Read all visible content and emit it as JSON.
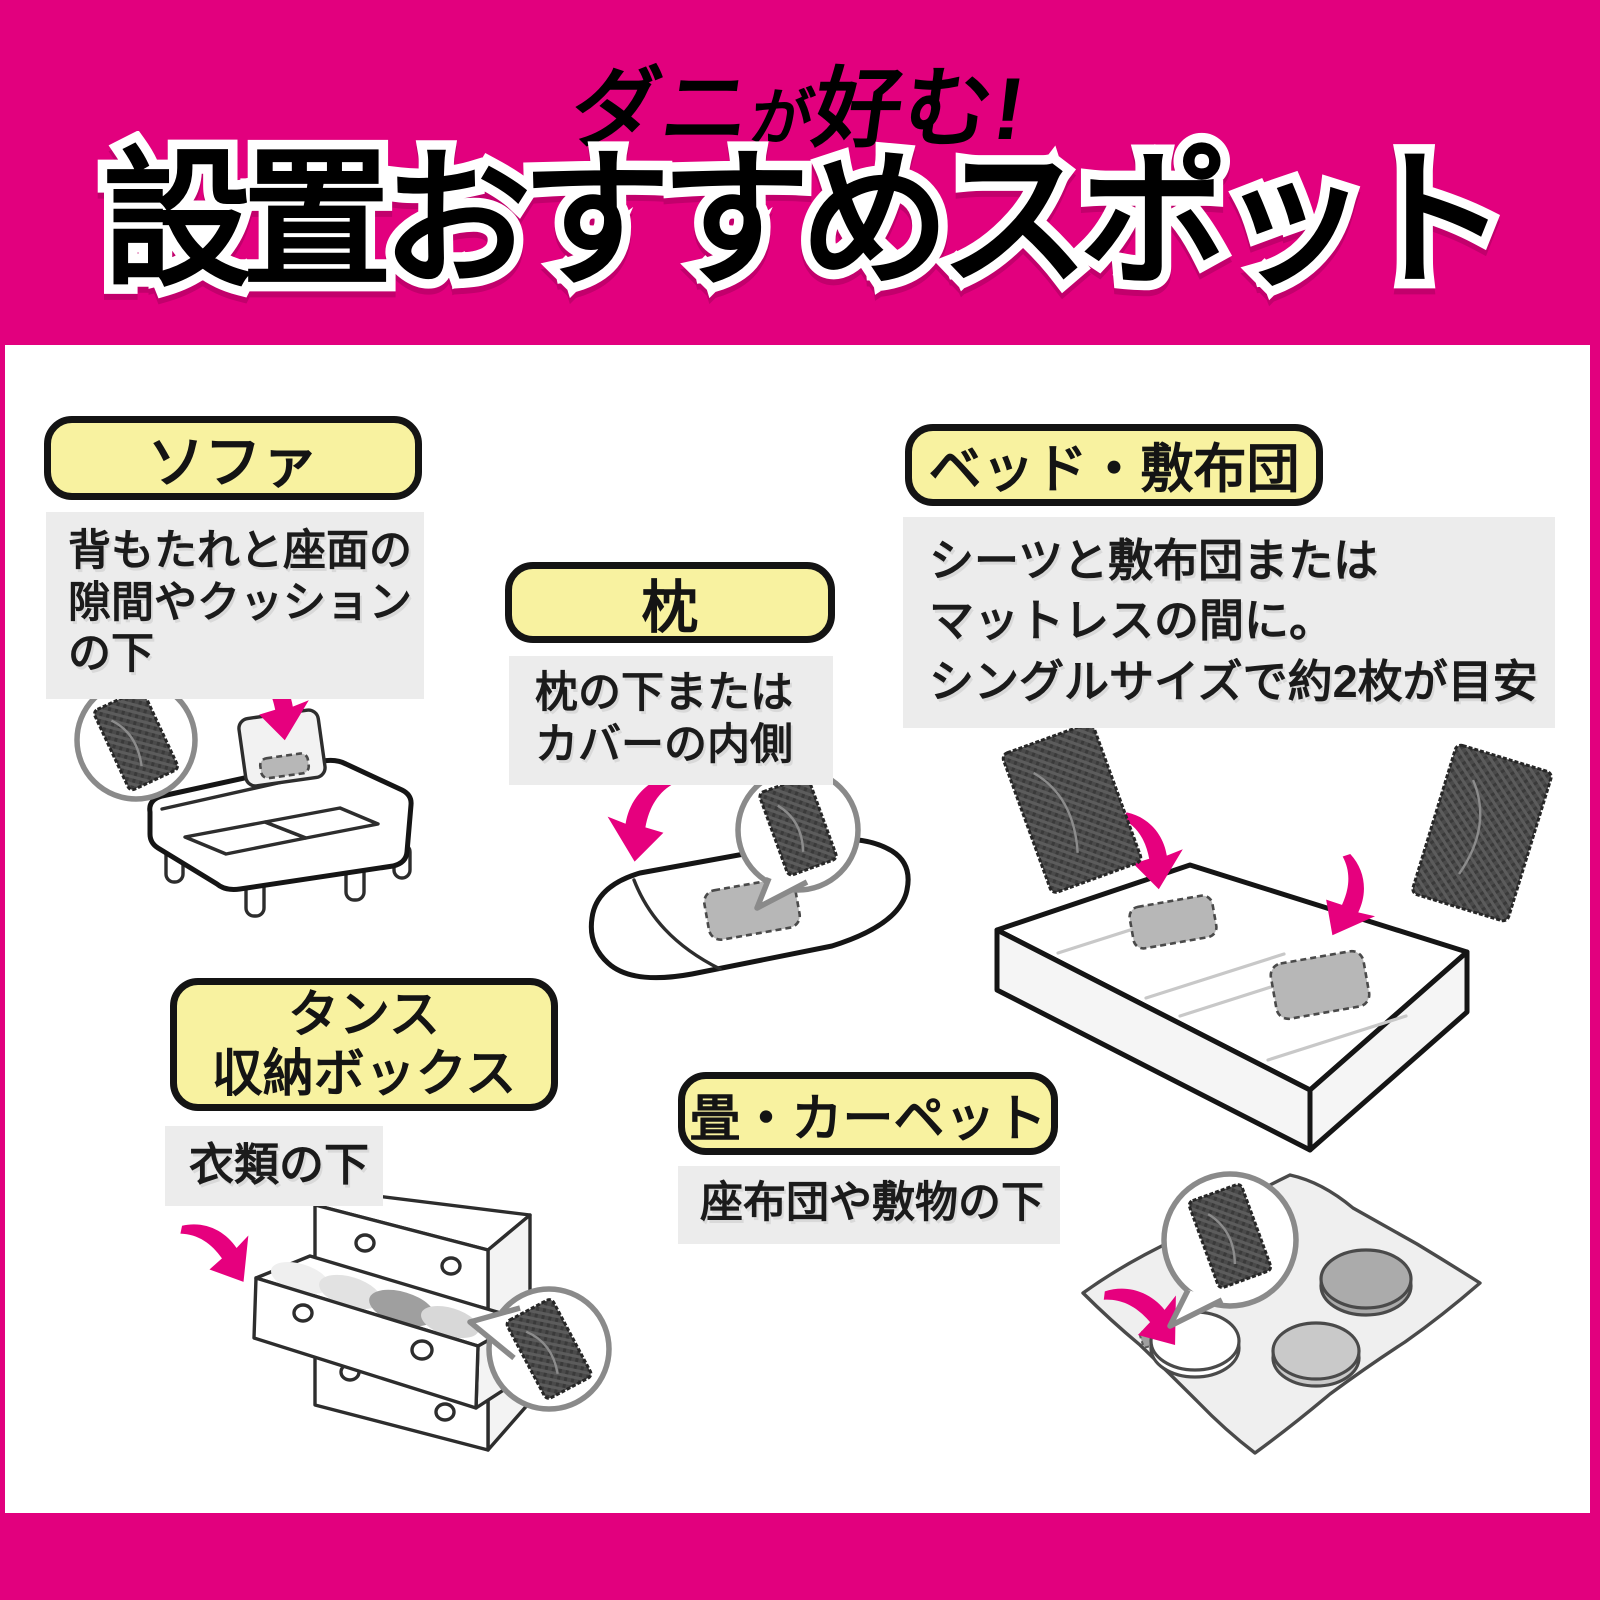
{
  "colors": {
    "magenta_band": "#E2007E",
    "arrow_pink": "#E6007E",
    "label_yellow": "#F8F2A0",
    "kicker_yellow": "#FFF100",
    "desc_gray": "#ECECEC",
    "ink": "#141414"
  },
  "header": {
    "kicker": {
      "part1": "ダニ",
      "part2": "が",
      "part3": "好む!"
    },
    "title": "設置おすすめスポット"
  },
  "sections": {
    "sofa": {
      "label": "ソファ",
      "desc_lines": [
        "背もたれと座面の",
        "隙間やクッション",
        "の下"
      ]
    },
    "pillow": {
      "label": "枕",
      "desc_lines": [
        "枕の下または",
        "カバーの内側"
      ]
    },
    "bed": {
      "label": "ベッド・敷布団",
      "desc_lines": [
        "シーツと敷布団または",
        "マットレスの間に。",
        "シングルサイズで約2枚が目安"
      ]
    },
    "dresser": {
      "label_line1": "タンス",
      "label_line2": "収納ボックス",
      "desc_lines": [
        "衣類の下"
      ]
    },
    "carpet": {
      "label": "畳・カーペット",
      "desc_lines": [
        "座布団や敷物の下"
      ]
    }
  },
  "icons": [
    "mite-sheet-icon",
    "placement-arrow-icon",
    "magnifier-bubble",
    "sofa-illustration",
    "pillow-illustration",
    "mattress-illustration",
    "dresser-illustration",
    "carpet-illustration"
  ]
}
